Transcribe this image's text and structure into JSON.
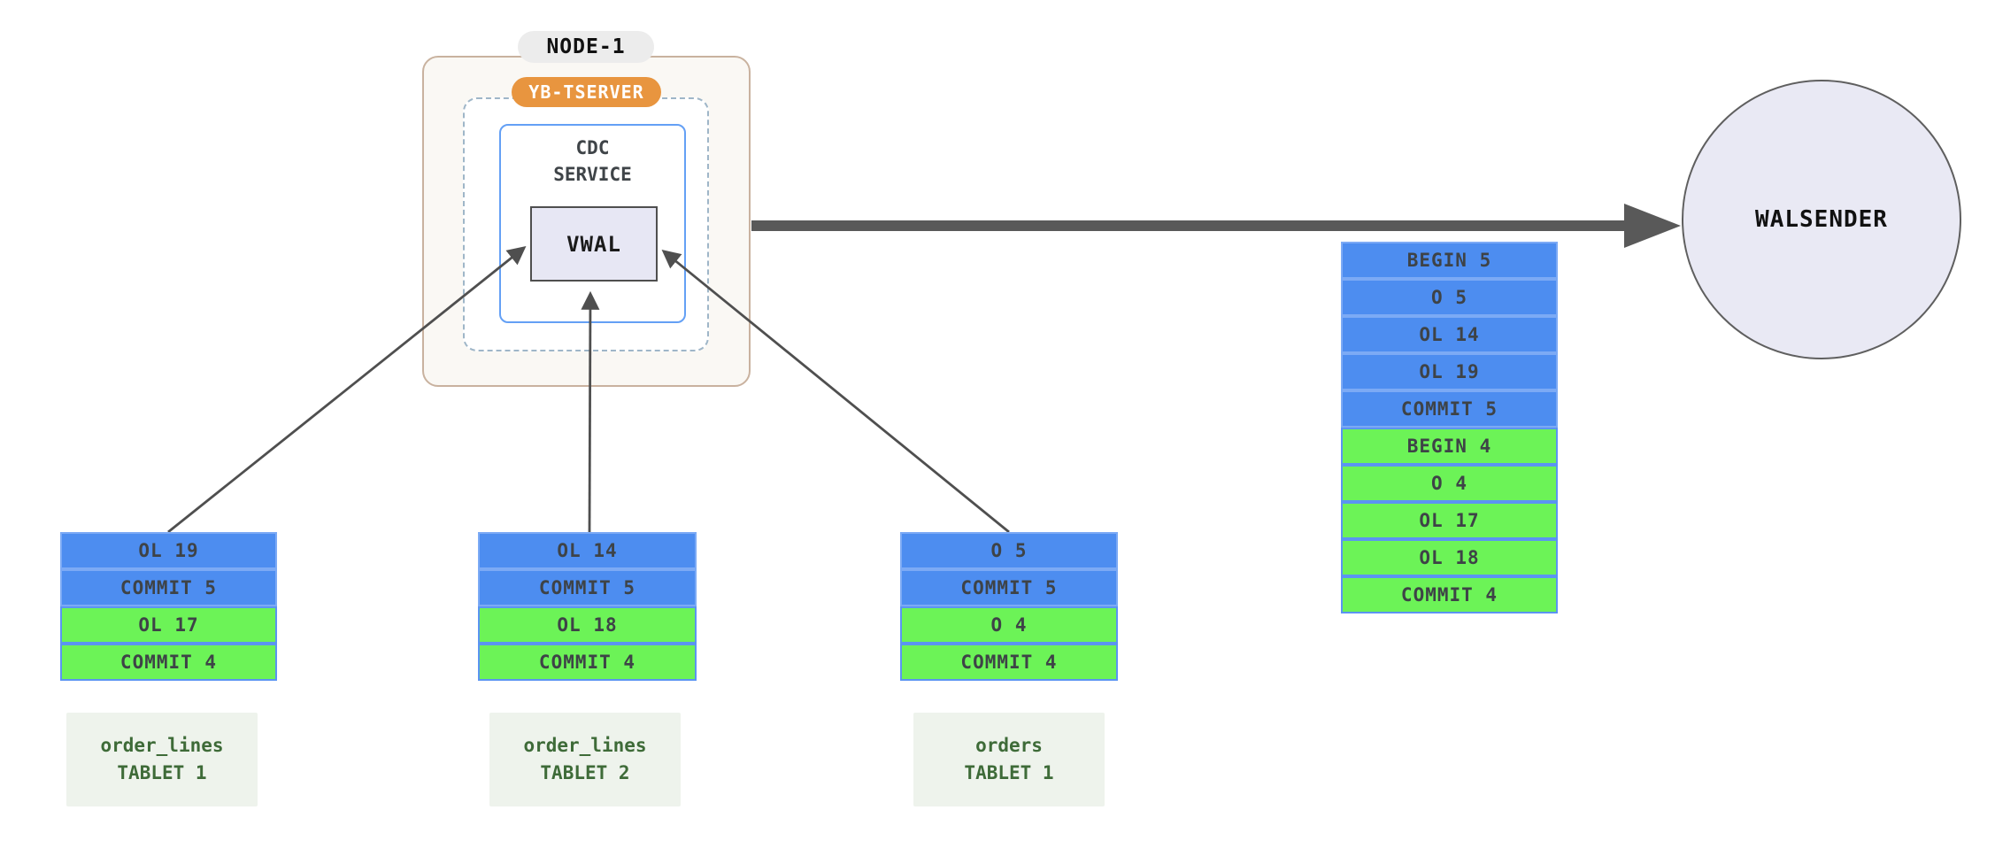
{
  "diagram": {
    "node": {
      "label": "NODE-1",
      "tserver_badge": "YB-TSERVER",
      "cdc_service": "CDC\nSERVICE",
      "vwal": "VWAL"
    },
    "walsender": "WALSENDER",
    "merged_stream": {
      "rows": [
        {
          "label": "BEGIN 5",
          "txn": "t5"
        },
        {
          "label": "O 5",
          "txn": "t5"
        },
        {
          "label": "OL 14",
          "txn": "t5"
        },
        {
          "label": "OL 19",
          "txn": "t5"
        },
        {
          "label": "COMMIT 5",
          "txn": "t5"
        },
        {
          "label": "BEGIN 4",
          "txn": "t4"
        },
        {
          "label": "O 4",
          "txn": "t4"
        },
        {
          "label": "OL 17",
          "txn": "t4"
        },
        {
          "label": "OL 18",
          "txn": "t4"
        },
        {
          "label": "COMMIT 4",
          "txn": "t4"
        }
      ]
    },
    "tablets": [
      {
        "name": "order_lines\nTABLET 1",
        "rows": [
          {
            "label": "OL 19",
            "txn": "t5"
          },
          {
            "label": "COMMIT 5",
            "txn": "t5"
          },
          {
            "label": "OL 17",
            "txn": "t4"
          },
          {
            "label": "COMMIT 4",
            "txn": "t4"
          }
        ]
      },
      {
        "name": "order_lines\nTABLET 2",
        "rows": [
          {
            "label": "OL 14",
            "txn": "t5"
          },
          {
            "label": "COMMIT 5",
            "txn": "t5"
          },
          {
            "label": "OL 18",
            "txn": "t4"
          },
          {
            "label": "COMMIT 4",
            "txn": "t4"
          }
        ]
      },
      {
        "name": "orders\nTABLET 1",
        "rows": [
          {
            "label": "O 5",
            "txn": "t5"
          },
          {
            "label": "COMMIT 5",
            "txn": "t5"
          },
          {
            "label": "O 4",
            "txn": "t4"
          },
          {
            "label": "COMMIT 4",
            "txn": "t4"
          }
        ]
      }
    ],
    "colors": {
      "txn5_blue": "#4d8df0",
      "txn4_green": "#6cf357",
      "badge_orange": "#e8953f",
      "node_border_tan": "#c9b29f",
      "cdc_border_blue": "#64a0f5",
      "arrow_gray": "#595959",
      "vwal_fill": "#e7e7f4",
      "walsender_fill": "#e9e9f4",
      "tablet_label_bg": "#eef3ec",
      "tablet_label_text": "#3e6b38"
    }
  }
}
